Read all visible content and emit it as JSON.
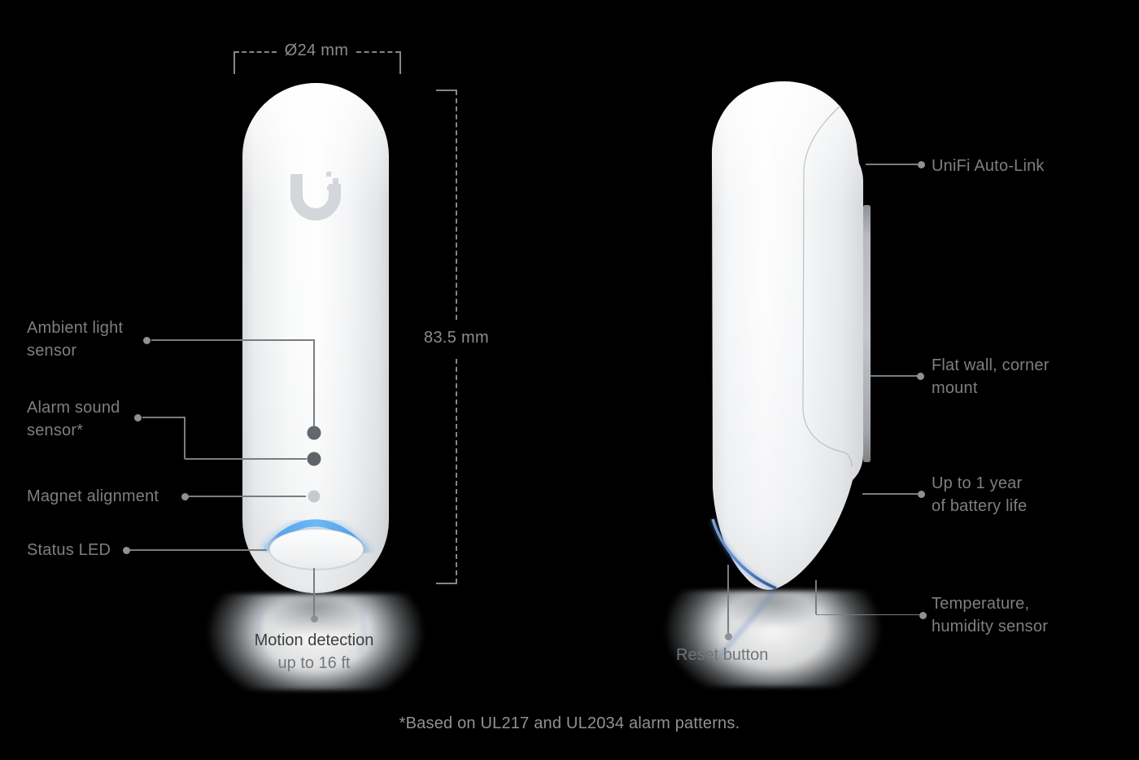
{
  "page": {
    "background_color": "#000000",
    "footer_note": "*Based on UL217 and UL2034 alarm patterns."
  },
  "dimensions": {
    "diameter": "Ø24 mm",
    "height": "83.5 mm"
  },
  "front_callouts": {
    "ambient_light": {
      "line1": "Ambient light",
      "line2": "sensor"
    },
    "alarm_sound": {
      "line1": "Alarm sound",
      "line2": "sensor*"
    },
    "magnet_alignment": {
      "label": "Magnet alignment"
    },
    "status_led": {
      "label": "Status LED"
    },
    "motion_detection": {
      "line1": "Motion detection",
      "line2": "up to 16 ft"
    }
  },
  "side_callouts": {
    "auto_link": {
      "label": "UniFi Auto-Link"
    },
    "wall_mount": {
      "line1": "Flat wall, corner",
      "line2": "mount"
    },
    "battery": {
      "line1": "Up to 1 year",
      "line2": "of battery life"
    },
    "temperature": {
      "line1": "Temperature,",
      "line2": "humidity sensor"
    },
    "reset_button": {
      "label": "Reset button"
    }
  },
  "icons": {
    "logo": "ubiquiti-u-logo"
  },
  "colors": {
    "status_led_blue": "#58a9ef",
    "label_gray": "#7c7f82",
    "dimension_gray": "#898c8f",
    "device_white": "#fdfdfe"
  }
}
